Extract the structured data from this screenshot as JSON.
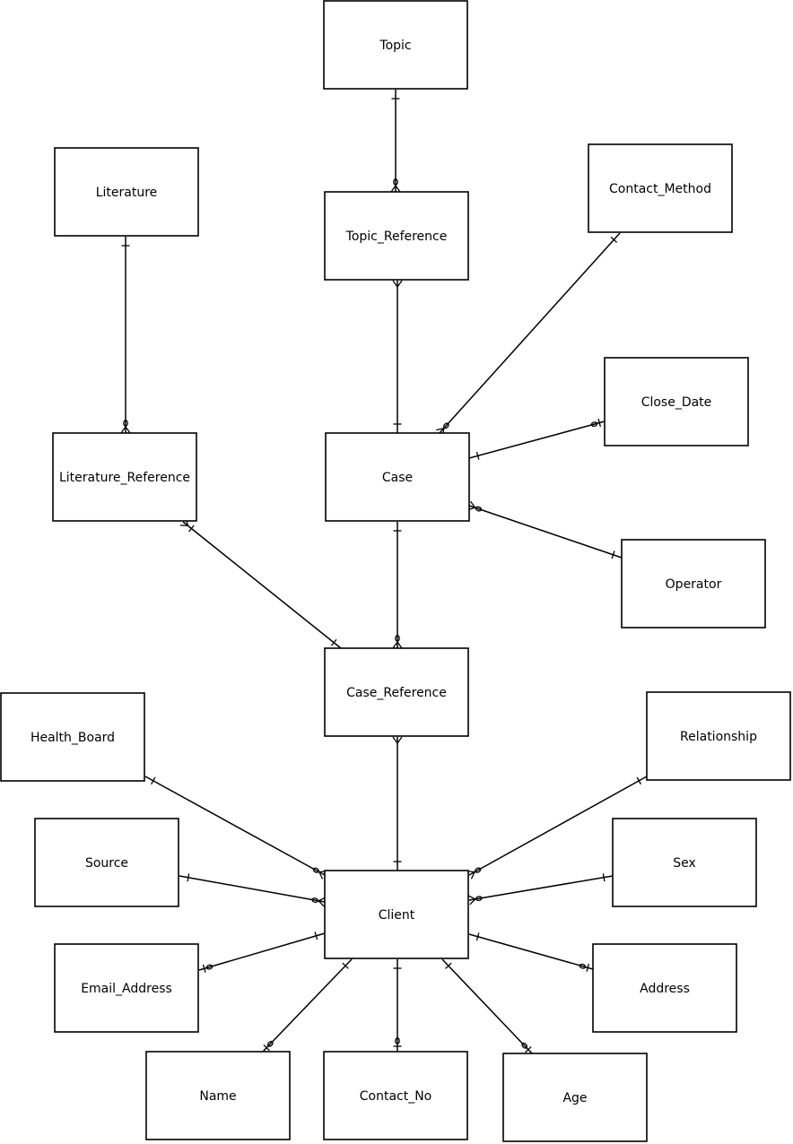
{
  "entities": [
    {
      "id": "topic",
      "label": "Topic"
    },
    {
      "id": "literature",
      "label": "Literature"
    },
    {
      "id": "topic_reference",
      "label": "Topic_Reference"
    },
    {
      "id": "contact_method",
      "label": "Contact_Method"
    },
    {
      "id": "close_date",
      "label": "Close_Date"
    },
    {
      "id": "literature_reference",
      "label": "Literature_Reference"
    },
    {
      "id": "case",
      "label": "Case"
    },
    {
      "id": "operator",
      "label": "Operator"
    },
    {
      "id": "case_reference",
      "label": "Case_Reference"
    },
    {
      "id": "health_board",
      "label": "Health_Board"
    },
    {
      "id": "relationship",
      "label": "Relationship"
    },
    {
      "id": "source",
      "label": "Source"
    },
    {
      "id": "sex",
      "label": "Sex"
    },
    {
      "id": "client",
      "label": "Client"
    },
    {
      "id": "email_address",
      "label": "Email_Address"
    },
    {
      "id": "address",
      "label": "Address"
    },
    {
      "id": "name",
      "label": "Name"
    },
    {
      "id": "contact_no",
      "label": "Contact_No"
    },
    {
      "id": "age",
      "label": "Age"
    }
  ],
  "relationships": [
    {
      "from": "topic",
      "to": "topic_reference",
      "from_end": "one",
      "to_end": "zero-many"
    },
    {
      "from": "literature",
      "to": "literature_reference",
      "from_end": "one",
      "to_end": "zero-many"
    },
    {
      "from": "topic_reference",
      "to": "case",
      "from_end": "many",
      "to_end": "one"
    },
    {
      "from": "contact_method",
      "to": "case",
      "from_end": "one",
      "to_end": "zero-many"
    },
    {
      "from": "case",
      "to": "close_date",
      "from_end": "one",
      "to_end": "zero-one"
    },
    {
      "from": "case",
      "to": "operator",
      "from_end": "zero-many",
      "to_end": "one"
    },
    {
      "from": "literature_reference",
      "to": "case_reference",
      "from_end": "one-many",
      "to_end": "one"
    },
    {
      "from": "case",
      "to": "case_reference",
      "from_end": "one",
      "to_end": "zero-many"
    },
    {
      "from": "case_reference",
      "to": "client",
      "from_end": "many",
      "to_end": "one"
    },
    {
      "from": "health_board",
      "to": "client",
      "from_end": "one",
      "to_end": "zero-many"
    },
    {
      "from": "relationship",
      "to": "client",
      "from_end": "one",
      "to_end": "zero-many"
    },
    {
      "from": "source",
      "to": "client",
      "from_end": "one",
      "to_end": "zero-many"
    },
    {
      "from": "sex",
      "to": "client",
      "from_end": "one",
      "to_end": "zero-many"
    },
    {
      "from": "client",
      "to": "email_address",
      "from_end": "one",
      "to_end": "zero-one"
    },
    {
      "from": "client",
      "to": "address",
      "from_end": "one",
      "to_end": "zero-one"
    },
    {
      "from": "client",
      "to": "name",
      "from_end": "one",
      "to_end": "zero-one"
    },
    {
      "from": "client",
      "to": "contact_no",
      "from_end": "one",
      "to_end": "zero-one"
    },
    {
      "from": "client",
      "to": "age",
      "from_end": "one",
      "to_end": "zero-one"
    }
  ]
}
